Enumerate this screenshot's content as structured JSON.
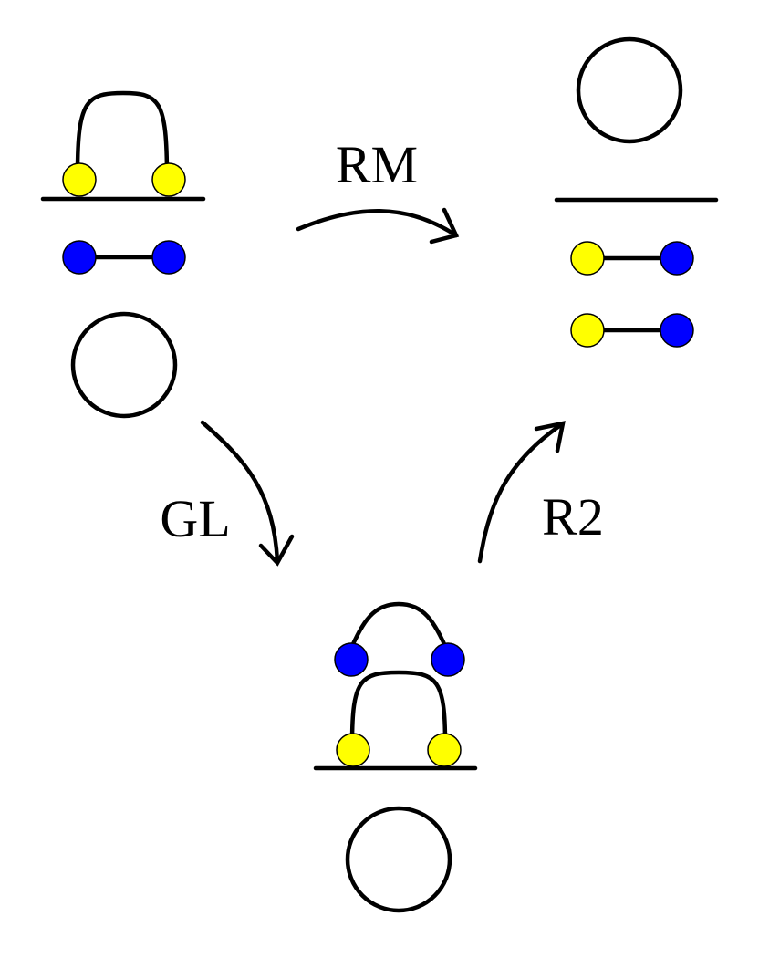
{
  "labels": {
    "rm": "RM",
    "gl": "GL",
    "r2": "R2"
  },
  "colors": {
    "yellow": "#ffff00",
    "blue": "#0000ff",
    "line": "#000000",
    "background": "#ffffff"
  }
}
